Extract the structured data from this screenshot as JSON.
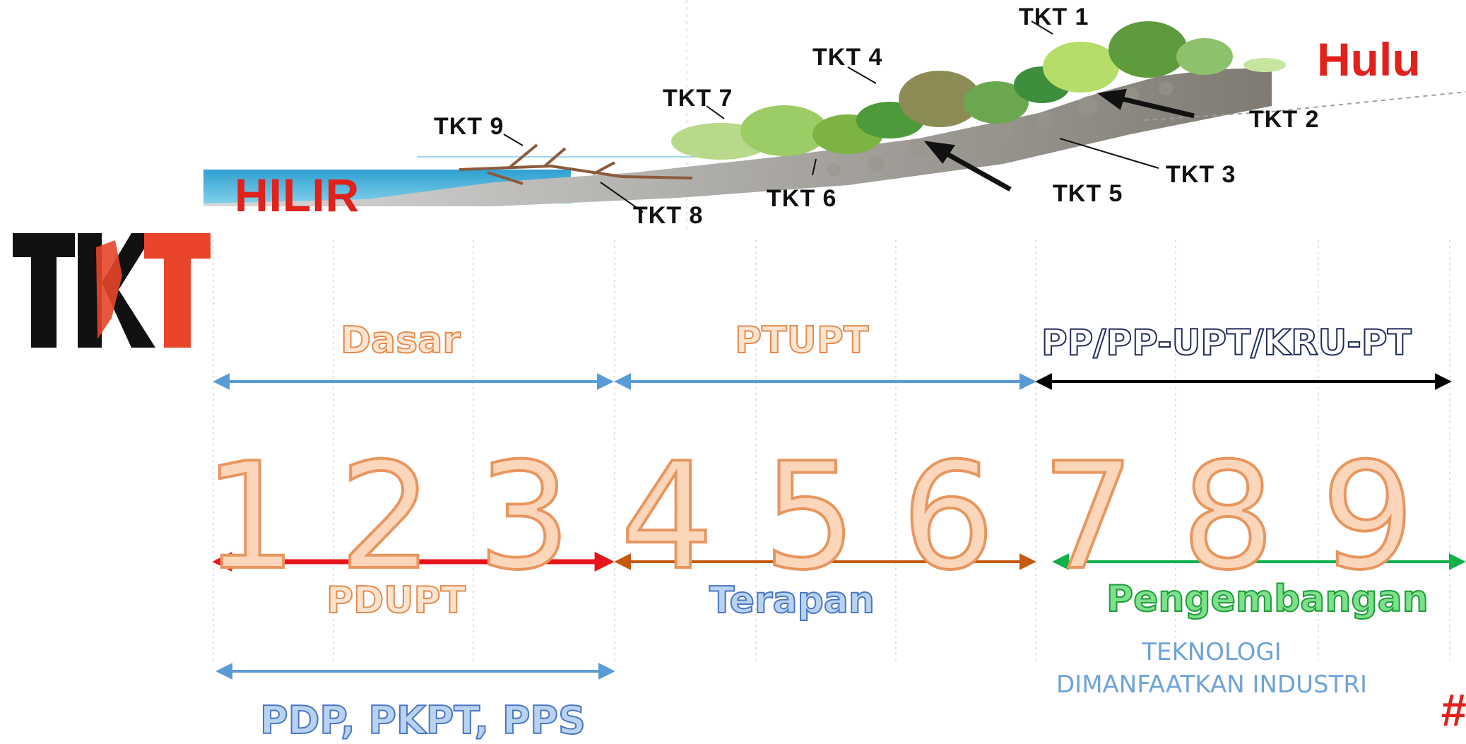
{
  "logo": {
    "text": "TKT"
  },
  "landscape": {
    "downstream": "HILIR",
    "upstream": "Hulu",
    "labels": [
      "TKT 1",
      "TKT 2",
      "TKT 3",
      "TKT 4",
      "TKT 5",
      "TKT 6",
      "TKT 7",
      "TKT 8",
      "TKT 9"
    ]
  },
  "phases_top": {
    "dasar": "Dasar",
    "ptupt": "PTUPT",
    "pp": "PP/PP-UPT/KRU-PT"
  },
  "levels": [
    "1",
    "2",
    "3",
    "4",
    "5",
    "6",
    "7",
    "8",
    "9"
  ],
  "phases_bottom": {
    "pdupt": "PDUPT",
    "terapan": "Terapan",
    "pengembangan": "Pengembangan"
  },
  "schemes": "PDP, PKPT, PPS",
  "note": {
    "line1": "TEKNOLOGI",
    "line2": "DIMANFAATKAN INDUSTRI"
  },
  "hashtag_fragment": "#",
  "colors": {
    "red": "#e0211c",
    "blue_arrow": "#5b9bd5",
    "black_arrow": "#000000",
    "red_arrow": "#e8141b",
    "brown_arrow": "#c55a11",
    "green_arrow": "#10b04a",
    "water": "#4bb3d8"
  }
}
